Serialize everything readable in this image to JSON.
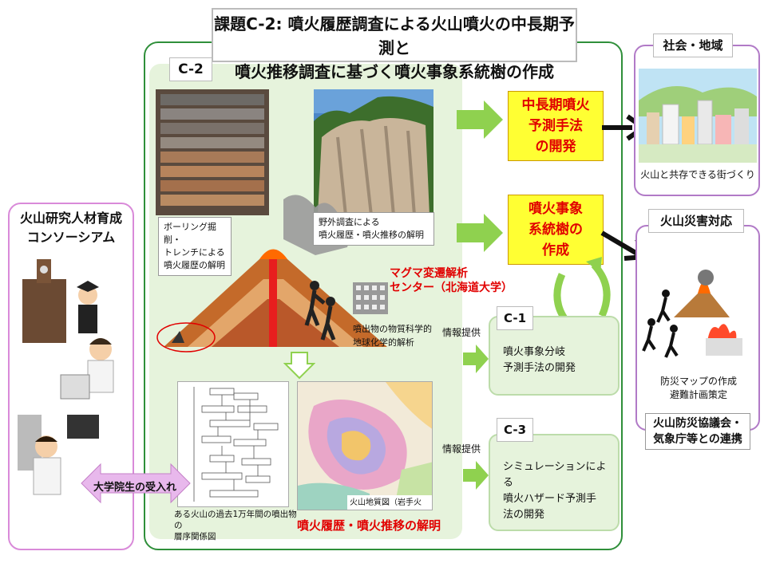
{
  "title": {
    "line1": "課題C-2: 噴火履歴調査による火山噴火の中長期予測と",
    "line2": "噴火推移調査に基づく噴火事象系統樹の作成"
  },
  "c2": {
    "tag": "C-2",
    "boring_caption": [
      "ボーリング掘削・",
      "トレンチによる",
      "噴火履歴の解明"
    ],
    "field_caption": [
      "野外調査による",
      "噴火履歴・噴火推移の解明"
    ],
    "magma_center": [
      "マグマ変遷解析",
      "センター（北海道大学）"
    ],
    "analysis_caption": [
      "噴出物の物質科学的",
      "地球化学的解析"
    ],
    "strat_caption": [
      "ある火山の過去1万年間の噴出物の",
      "層序関係図"
    ],
    "geomap_caption": "火山地質図（岩手火山）",
    "history_title": "噴火履歴・噴火推移の解明"
  },
  "left": {
    "title": [
      "火山研究人材育成",
      "コンソーシアム"
    ],
    "students_label": "大学院生の受入れ"
  },
  "outputs": {
    "midterm": [
      "中長期噴火",
      "予測手法",
      "の開発"
    ],
    "eventtree": [
      "噴火事象",
      "系統樹の",
      "作成"
    ]
  },
  "c1": {
    "tag": "C-1",
    "text": [
      "噴火事象分岐",
      "予測手法の開発"
    ],
    "info_label": "情報提供"
  },
  "c3": {
    "tag": "C-3",
    "text": [
      "シミュレーションによる",
      "噴火ハザード予測手",
      "法の開発"
    ],
    "info_label": "情報提供"
  },
  "society": {
    "tag": "社会・地域",
    "caption": "火山と共存できる街づくり"
  },
  "disaster": {
    "tag": "火山災害対応",
    "caption": [
      "防災マップの作成",
      "避難計画策定"
    ],
    "footer": [
      "火山防災協議会・",
      "気象庁等との連携"
    ]
  },
  "colors": {
    "green_arrow": "#8fd14f",
    "frame_green": "#2f8f3a",
    "panel_green": "#e6f3dc",
    "yellow": "#ffff33",
    "red": "#e10000",
    "purple": "#b17ac7",
    "pink": "#d98ad9"
  }
}
